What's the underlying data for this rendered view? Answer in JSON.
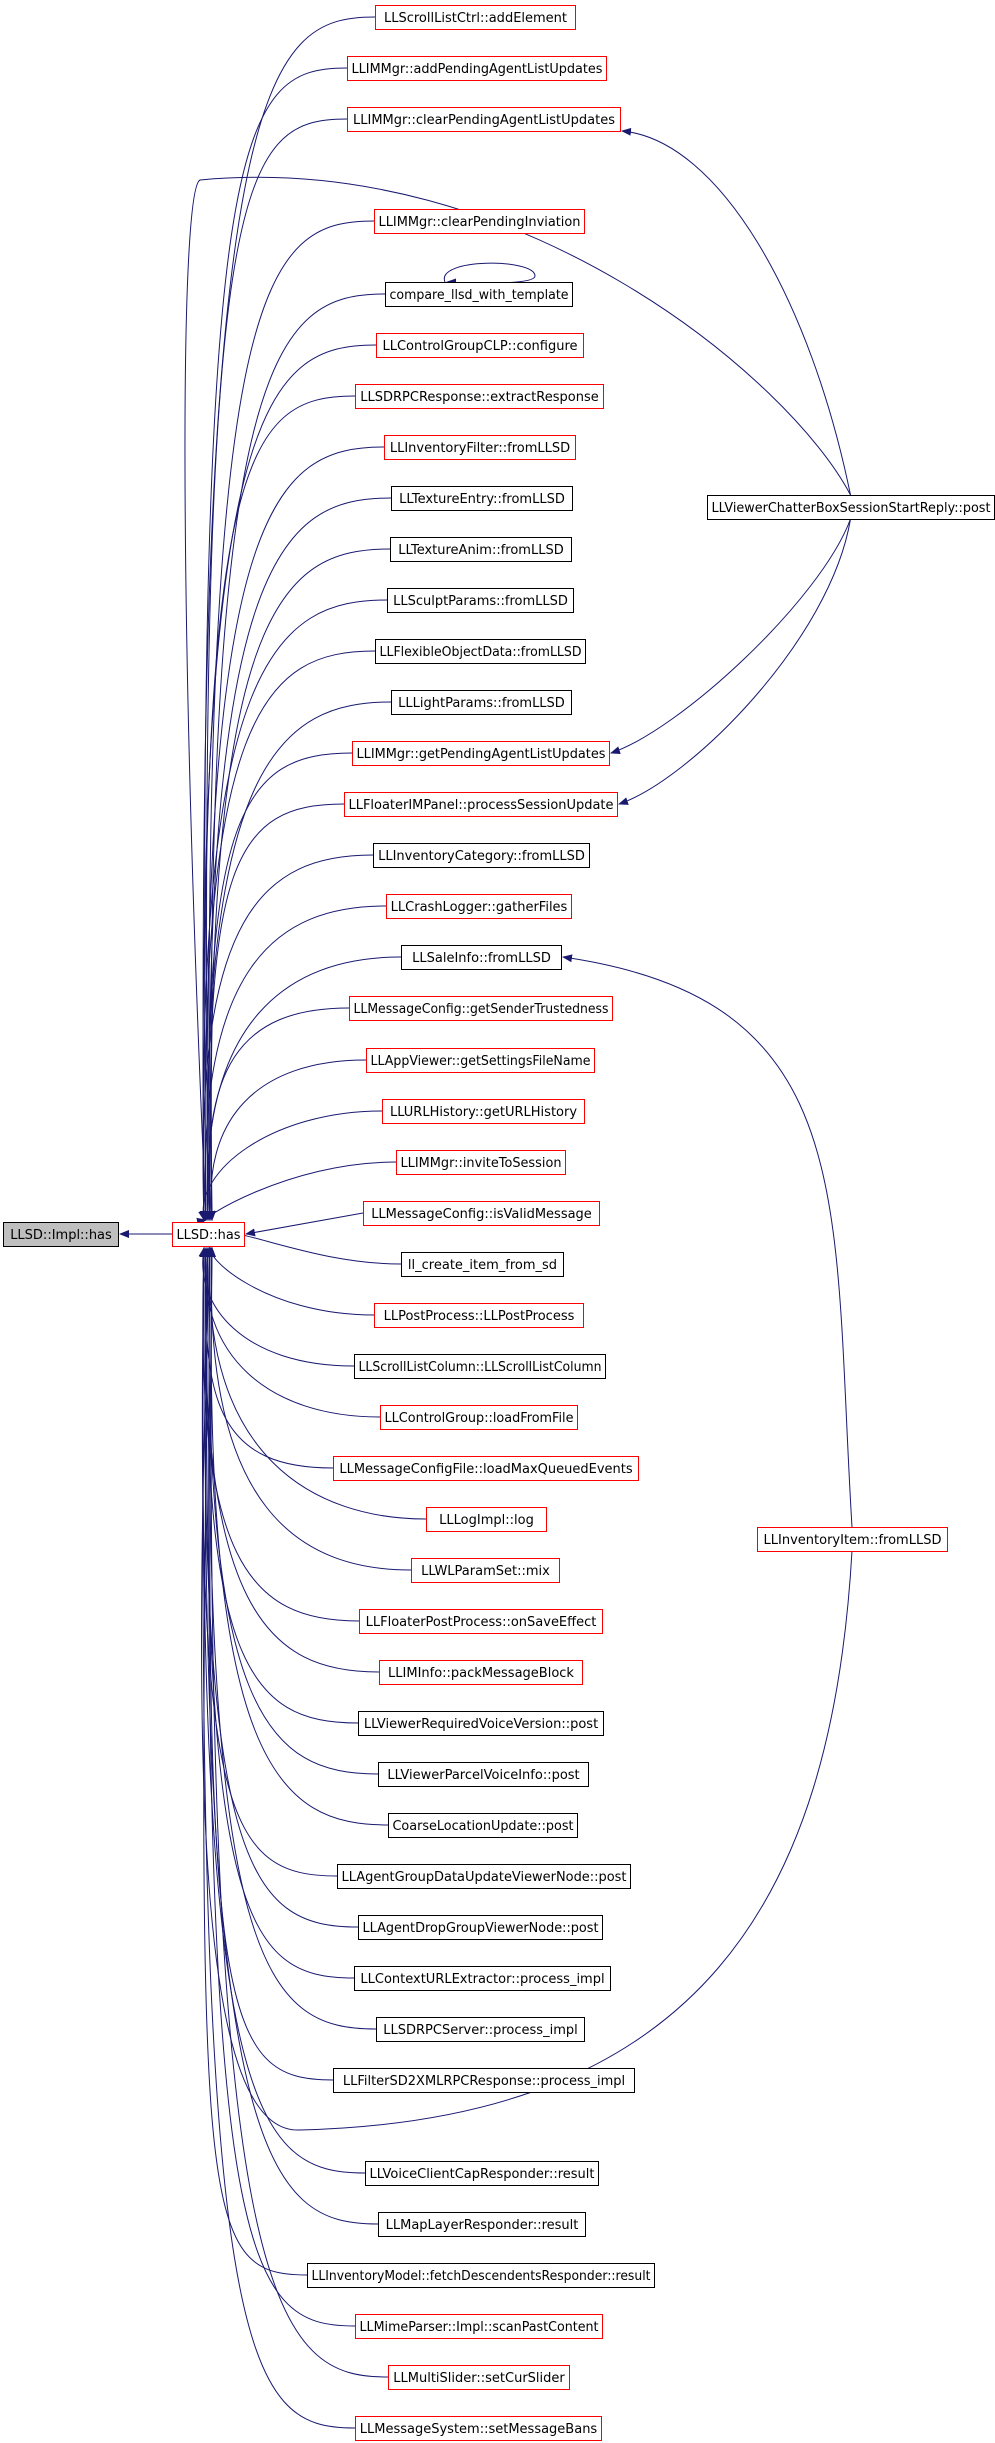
{
  "graph": {
    "root": {
      "label": "LLSD::Impl::has",
      "fill": "#bfbfbf",
      "border": "#000000"
    },
    "center": {
      "label": "LLSD::has",
      "border": "#ff0000"
    },
    "edge_color": "#191970",
    "callers": [
      {
        "label": "LLScrollListCtrl::addElement",
        "border": "#ff0000"
      },
      {
        "label": "LLIMMgr::addPendingAgentListUpdates",
        "border": "#ff0000"
      },
      {
        "label": "LLIMMgr::clearPendingAgentListUpdates",
        "border": "#ff0000"
      },
      {
        "label": "LLIMMgr::clearPendingInviation",
        "border": "#ff0000"
      },
      {
        "label": "compare_llsd_with_template",
        "border": "#000000",
        "self_loop": true
      },
      {
        "label": "LLControlGroupCLP::configure",
        "border": "#ff0000"
      },
      {
        "label": "LLSDRPCResponse::extractResponse",
        "border": "#ff0000"
      },
      {
        "label": "LLInventoryFilter::fromLLSD",
        "border": "#ff0000"
      },
      {
        "label": "LLTextureEntry::fromLLSD",
        "border": "#000000"
      },
      {
        "label": "LLTextureAnim::fromLLSD",
        "border": "#000000"
      },
      {
        "label": "LLSculptParams::fromLLSD",
        "border": "#000000"
      },
      {
        "label": "LLFlexibleObjectData::fromLLSD",
        "border": "#000000"
      },
      {
        "label": "LLLightParams::fromLLSD",
        "border": "#000000"
      },
      {
        "label": "LLIMMgr::getPendingAgentListUpdates",
        "border": "#ff0000"
      },
      {
        "label": "LLFloaterIMPanel::processSessionUpdate",
        "border": "#ff0000"
      },
      {
        "label": "LLInventoryCategory::fromLLSD",
        "border": "#000000"
      },
      {
        "label": "LLCrashLogger::gatherFiles",
        "border": "#ff0000"
      },
      {
        "label": "LLSaleInfo::fromLLSD",
        "border": "#000000"
      },
      {
        "label": "LLMessageConfig::getSenderTrustedness",
        "border": "#ff0000"
      },
      {
        "label": "LLAppViewer::getSettingsFileName",
        "border": "#ff0000"
      },
      {
        "label": "LLURLHistory::getURLHistory",
        "border": "#ff0000"
      },
      {
        "label": "LLIMMgr::inviteToSession",
        "border": "#ff0000"
      },
      {
        "label": "LLMessageConfig::isValidMessage",
        "border": "#ff0000"
      },
      {
        "label": "ll_create_item_from_sd",
        "border": "#000000"
      },
      {
        "label": "LLPostProcess::LLPostProcess",
        "border": "#ff0000"
      },
      {
        "label": "LLScrollListColumn::LLScrollListColumn",
        "border": "#000000"
      },
      {
        "label": "LLControlGroup::loadFromFile",
        "border": "#ff0000"
      },
      {
        "label": "LLMessageConfigFile::loadMaxQueuedEvents",
        "border": "#ff0000"
      },
      {
        "label": "LLLogImpl::log",
        "border": "#ff0000"
      },
      {
        "label": "LLWLParamSet::mix",
        "border": "#ff0000"
      },
      {
        "label": "LLFloaterPostProcess::onSaveEffect",
        "border": "#ff0000"
      },
      {
        "label": "LLIMInfo::packMessageBlock",
        "border": "#ff0000"
      },
      {
        "label": "LLViewerRequiredVoiceVersion::post",
        "border": "#000000"
      },
      {
        "label": "LLViewerParcelVoiceInfo::post",
        "border": "#000000"
      },
      {
        "label": "CoarseLocationUpdate::post",
        "border": "#000000"
      },
      {
        "label": "LLAgentGroupDataUpdateViewerNode::post",
        "border": "#000000"
      },
      {
        "label": "LLAgentDropGroupViewerNode::post",
        "border": "#000000"
      },
      {
        "label": "LLContextURLExtractor::process_impl",
        "border": "#000000"
      },
      {
        "label": "LLSDRPCServer::process_impl",
        "border": "#000000"
      },
      {
        "label": "LLFilterSD2XMLRPCResponse::process_impl",
        "border": "#000000"
      },
      {
        "label": "LLVoiceClientCapResponder::result",
        "border": "#000000"
      },
      {
        "label": "LLMapLayerResponder::result",
        "border": "#000000"
      },
      {
        "label": "LLInventoryModel::fetchDescendentsResponder::result",
        "border": "#000000"
      },
      {
        "label": "LLMimeParser::Impl::scanPastContent",
        "border": "#ff0000"
      },
      {
        "label": "LLMultiSlider::setCurSlider",
        "border": "#ff0000"
      },
      {
        "label": "LLMessageSystem::setMessageBans",
        "border": "#ff0000"
      }
    ],
    "right_nodes": [
      {
        "label": "LLViewerChatterBoxSessionStartReply::post",
        "border": "#000000"
      },
      {
        "label": "LLInventoryItem::fromLLSD",
        "border": "#ff0000"
      }
    ]
  }
}
